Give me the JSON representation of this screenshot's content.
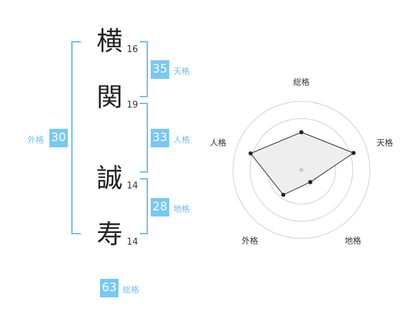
{
  "name_chars": [
    {
      "char": "横",
      "strokes": "16"
    },
    {
      "char": "関",
      "strokes": "19"
    },
    {
      "char": "誠",
      "strokes": "14"
    },
    {
      "char": "寿",
      "strokes": "14"
    }
  ],
  "kakusu": {
    "tenkaku": {
      "value": "35",
      "label": "天格"
    },
    "jinkaku": {
      "value": "33",
      "label": "人格"
    },
    "chikaku": {
      "value": "28",
      "label": "地格"
    },
    "gaikaku": {
      "value": "30",
      "label": "外格"
    },
    "soukaku": {
      "value": "63",
      "label": "総格"
    }
  },
  "chart_data": {
    "type": "radar",
    "axes": [
      "総格",
      "天格",
      "地格",
      "外格",
      "人格"
    ],
    "values": [
      0.55,
      0.8,
      0.22,
      0.45,
      0.78
    ],
    "max": 1
  }
}
